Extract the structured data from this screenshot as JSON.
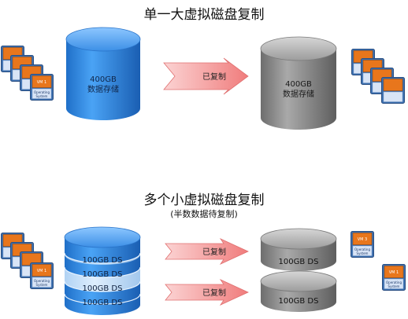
{
  "section1": {
    "title": "单一大虚拟磁盘复制",
    "source_disk": {
      "line1": "400GB",
      "line2": "数据存储"
    },
    "arrow_label": "已复制",
    "target_disk": {
      "line1": "400GB",
      "line2": "数据存储"
    },
    "vm_label": "VM 1",
    "vm_os_line1": "Operating",
    "vm_os_line2": "System"
  },
  "section2": {
    "title": "多个小虚拟磁盘复制",
    "subtitle": "(半数数据待复制)",
    "source_segments": [
      "100GB DS",
      "100GB DS",
      "100GB DS",
      "100GB DS"
    ],
    "arrow_labels": [
      "已复制",
      "已复制"
    ],
    "target_disks": [
      "100GB DS",
      "100GB DS"
    ],
    "vm_label": "VM 1",
    "right_vm_labels": [
      "VM 3",
      "VM 1"
    ],
    "vm_os_line1": "Operating",
    "vm_os_line2": "System"
  },
  "colors": {
    "blue": "#2f88e6",
    "gray": "#8c8c8c",
    "arrow": "#f4a7a7",
    "vm_orange": "#e8761c",
    "vm_screen": "#d8e4f6"
  }
}
